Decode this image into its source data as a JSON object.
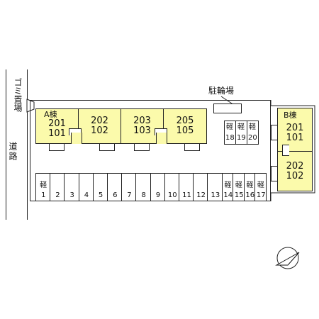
{
  "labels": {
    "garbage_area": "ゴミ置場",
    "road": "道路",
    "bicycle_parking": "駐輪場",
    "light_vehicle": "軽"
  },
  "building_a": {
    "name": "A棟",
    "units": [
      {
        "upper": "201",
        "lower": "101"
      },
      {
        "upper": "202",
        "lower": "102"
      },
      {
        "upper": "203",
        "lower": "103"
      },
      {
        "upper": "205",
        "lower": "105"
      }
    ]
  },
  "building_b": {
    "name": "B棟",
    "units": [
      {
        "upper": "201",
        "lower": "101"
      },
      {
        "upper": "202",
        "lower": "102"
      }
    ]
  },
  "parking_bottom": [
    "1",
    "2",
    "3",
    "4",
    "5",
    "6",
    "7",
    "8",
    "9",
    "10",
    "11",
    "12",
    "13",
    "14",
    "15",
    "16",
    "17"
  ],
  "parking_middle": [
    "18",
    "19",
    "20"
  ],
  "colors": {
    "building_fill": "#fbfaab",
    "line": "#222222"
  },
  "north_arrow": {
    "icon": "north-arrow-icon"
  }
}
